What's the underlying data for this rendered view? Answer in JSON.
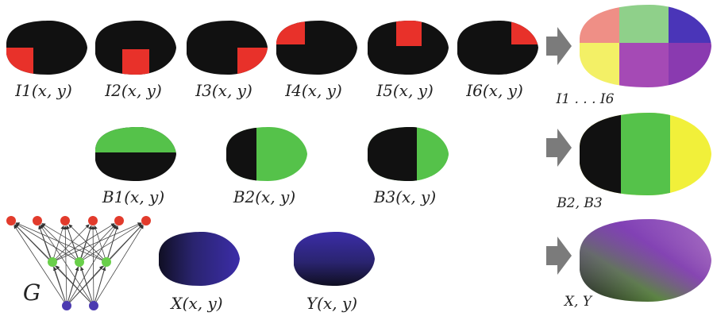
{
  "colors": {
    "black": "#111111",
    "red": "#e8312a",
    "green": "#55c24a",
    "yellow": "#f1f03a",
    "purple": "#3a2aa0",
    "arrow": "#7b7b7b",
    "network_red": "#e23b2c",
    "network_green": "#69cf4a",
    "network_blue": "#4b3ab0"
  },
  "row1": {
    "labels": [
      "I1(x, y)",
      "I2(x, y)",
      "I3(x, y)",
      "I4(x, y)",
      "I5(x, y)",
      "I6(x, y)"
    ],
    "combined_label": "I1 . . . I6",
    "combined_colors": [
      "#ef8f86",
      "#8fd08a",
      "#4a35b8",
      "#f3f066",
      "#a54ab5",
      "#8a3ab0"
    ]
  },
  "row2": {
    "labels": [
      "B1(x, y)",
      "B2(x, y)",
      "B3(x, y)"
    ],
    "combined_label": "B2, B3"
  },
  "row3": {
    "network_label": "G",
    "labels": [
      "X(x, y)",
      "Y(x, y)"
    ],
    "combined_label": "X, Y"
  }
}
